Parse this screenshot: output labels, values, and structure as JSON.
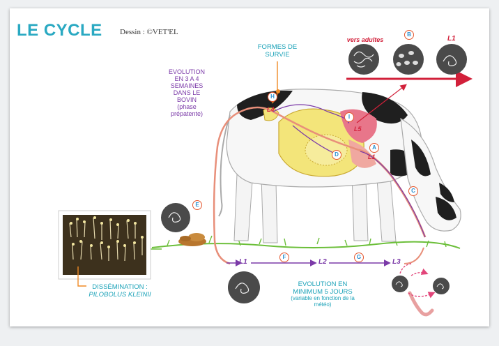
{
  "header": {
    "title": "LE CYCLE",
    "credit": "Dessin : ©VET'EL"
  },
  "labels": {
    "evolution_bovin": [
      "EVOLUTION",
      "EN 3 A 4",
      "SEMAINES",
      "DANS LE",
      "BOVIN",
      "(phase",
      "prépatente)"
    ],
    "formes_survie": [
      "FORMES DE",
      "SURVIE"
    ],
    "vers_adultes": "vers adultes",
    "dissemination_title": "DISSÉMINATION :",
    "dissemination_species": "PILOBOLUS KLEINII",
    "evolution_min": [
      "EVOLUTION EN",
      "MINIMUM 5 JOURS"
    ],
    "evolution_meteo": [
      "(variable en fonction de la",
      "météo)"
    ]
  },
  "stage_labels": {
    "top_l1": "L1",
    "l4": "L4",
    "l5": "L5",
    "inner_l1": "L1",
    "ground_l1": "L1",
    "ground_l2": "L2",
    "ground_l3": "L3"
  },
  "markers": {
    "A": "A",
    "B": "B",
    "C": "C",
    "D": "D",
    "E": "E",
    "F": "F",
    "G": "G",
    "H": "H",
    "I": "I"
  },
  "colors": {
    "title": "#2aa9c2",
    "purple_text": "#7b3aa8",
    "teal_text": "#1ba2b8",
    "red_accent": "#d2203a",
    "cycle_arrow": "#e88f7a",
    "marker_ring": "#e4572e"
  }
}
